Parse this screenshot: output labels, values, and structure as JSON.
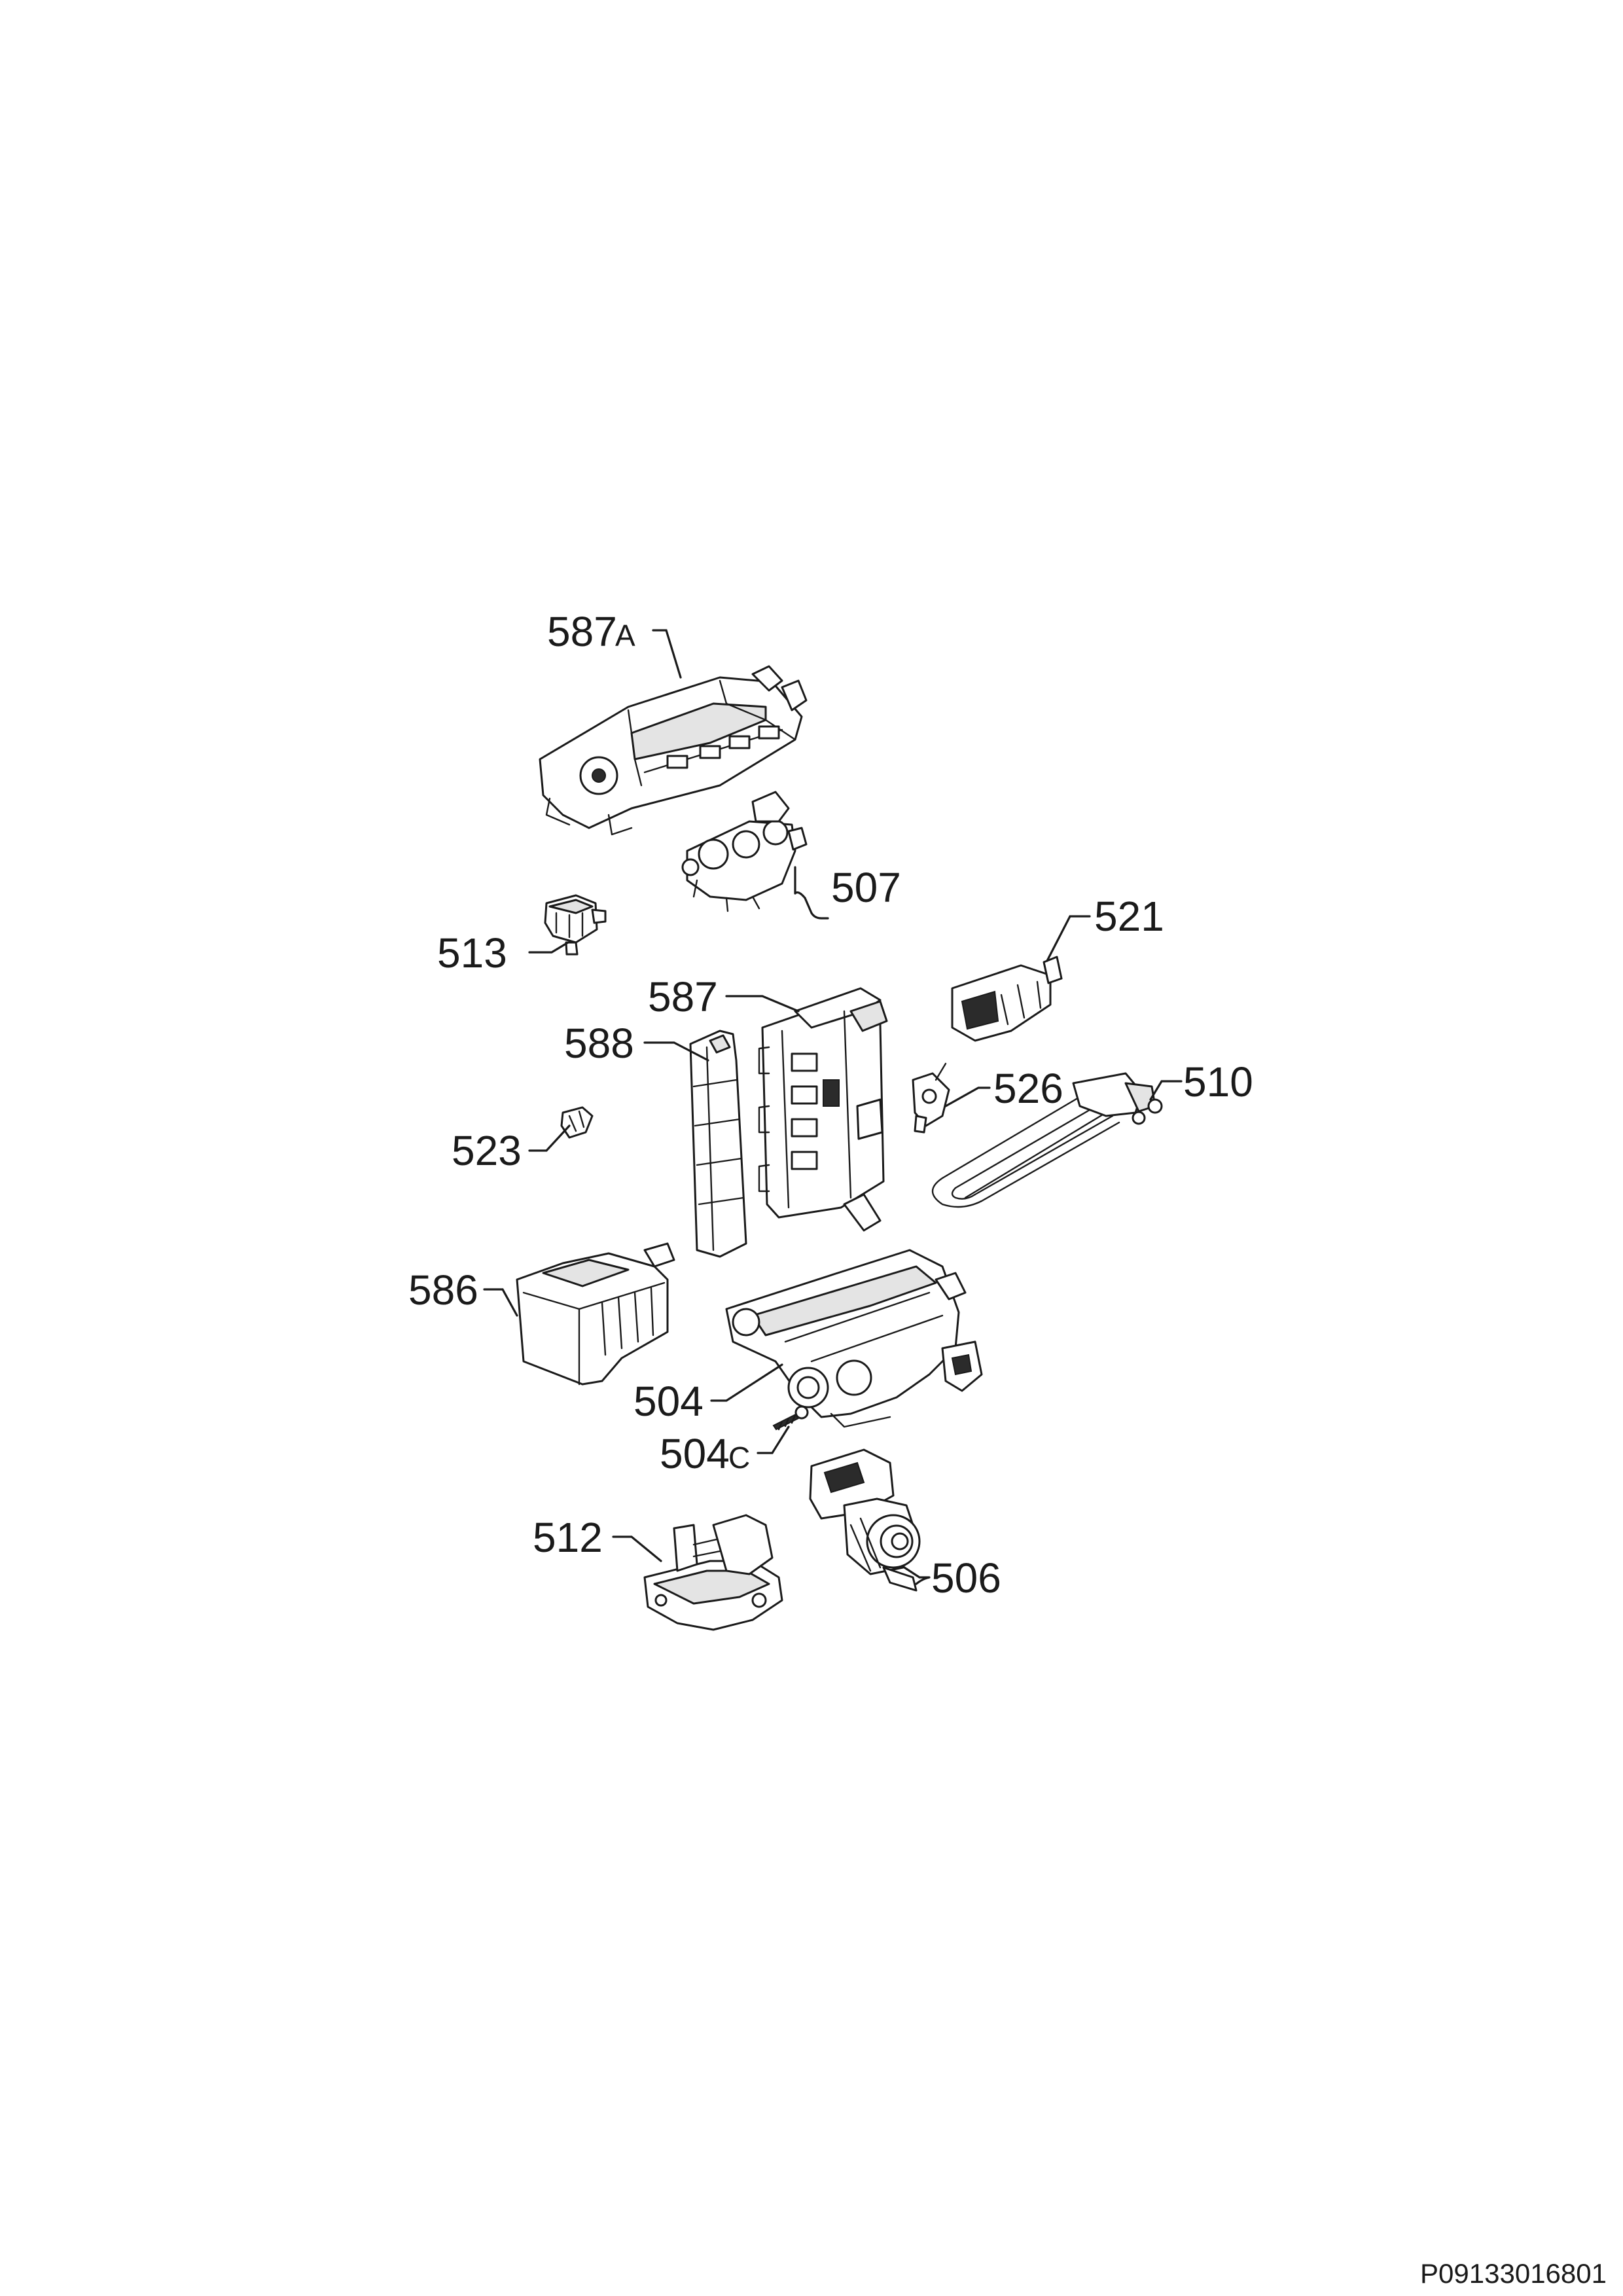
{
  "parts": [
    {
      "id": "587A",
      "number": "587",
      "suffix": "A"
    },
    {
      "id": "507",
      "number": "507",
      "suffix": ""
    },
    {
      "id": "513",
      "number": "513",
      "suffix": ""
    },
    {
      "id": "521",
      "number": "521",
      "suffix": ""
    },
    {
      "id": "587",
      "number": "587",
      "suffix": ""
    },
    {
      "id": "588",
      "number": "588",
      "suffix": ""
    },
    {
      "id": "526",
      "number": "526",
      "suffix": ""
    },
    {
      "id": "523",
      "number": "523",
      "suffix": ""
    },
    {
      "id": "510",
      "number": "510",
      "suffix": ""
    },
    {
      "id": "586",
      "number": "586",
      "suffix": ""
    },
    {
      "id": "504",
      "number": "504",
      "suffix": ""
    },
    {
      "id": "504C",
      "number": "504",
      "suffix": "C"
    },
    {
      "id": "512",
      "number": "512",
      "suffix": ""
    },
    {
      "id": "506",
      "number": "506",
      "suffix": ""
    }
  ],
  "document_number": "P09133016801",
  "colors": {
    "line": "#1a1a1a",
    "background": "#ffffff",
    "shade": "#e4e4e4"
  }
}
